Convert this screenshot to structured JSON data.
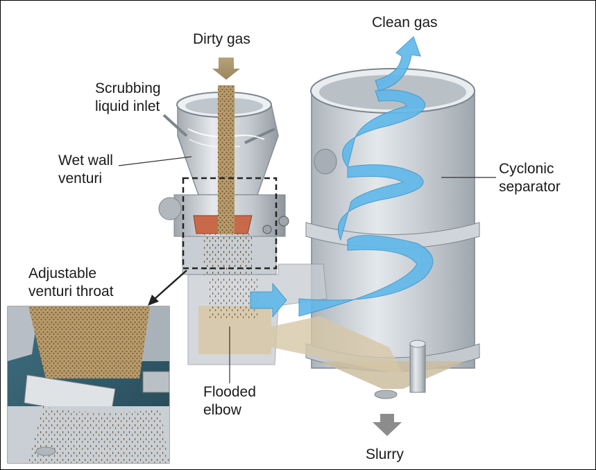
{
  "labels": {
    "dirty_gas": "Dirty gas",
    "clean_gas": "Clean gas",
    "scrubbing_inlet_1": "Scrubbing",
    "scrubbing_inlet_2": "liquid inlet",
    "wet_wall_1": "Wet wall",
    "wet_wall_2": "venturi",
    "cyclonic_1": "Cyclonic",
    "cyclonic_2": "separator",
    "adjustable_1": "Adjustable",
    "adjustable_2": "venturi throat",
    "flooded_1": "Flooded",
    "flooded_2": "elbow",
    "slurry": "Slurry"
  },
  "colors": {
    "flow_blue": "#5fb8ea",
    "dirty_arrow": "#a08b6f",
    "slurry_arrow": "#8c8c8c",
    "particles": "#8a6a3a",
    "throat_plate": "#c86a4a",
    "metal": "#c8ccd0",
    "zoom_box": "#222222",
    "inset_bg": "#2f5a6a"
  }
}
